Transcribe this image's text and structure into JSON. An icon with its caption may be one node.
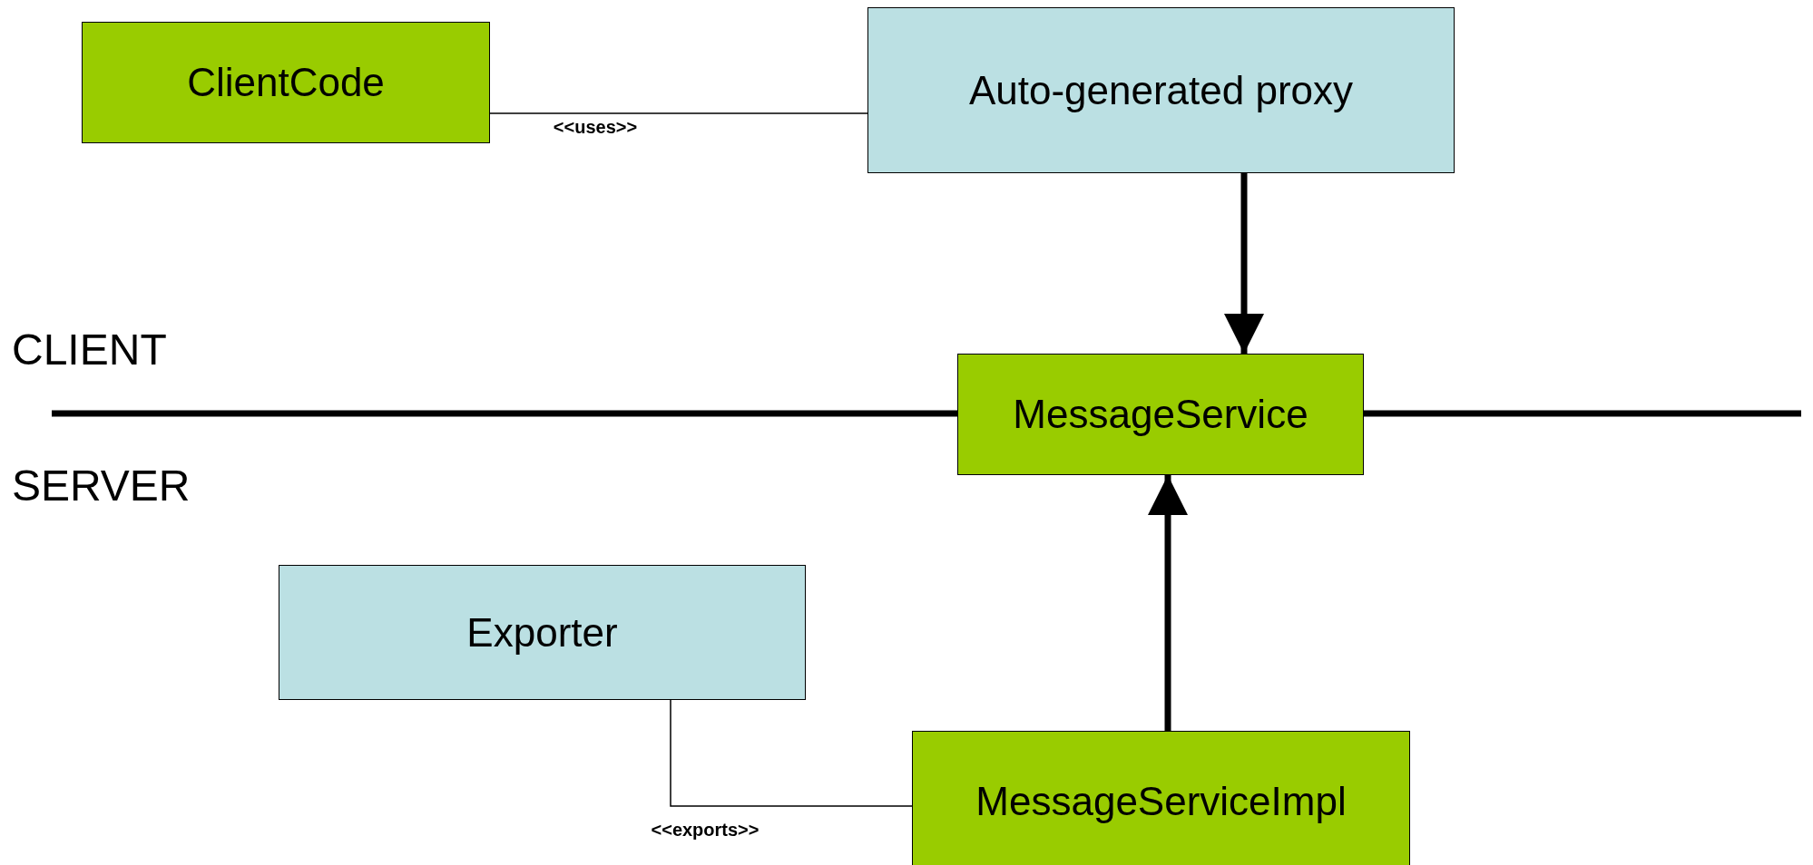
{
  "diagram": {
    "nodes": [
      {
        "text": [
          "ClientCode"
        ]
      },
      {
        "text": [
          "Auto-generated proxy"
        ]
      },
      {
        "text": [
          "MessageService"
        ]
      },
      {
        "text": [
          "Exporter"
        ]
      },
      {
        "text": [
          "MessageServiceImpl"
        ]
      }
    ],
    "edges": [
      {
        "from": 0,
        "to": 1,
        "arrow": "none",
        "label": "<<uses>>"
      },
      {
        "from": 1,
        "to": 2,
        "arrow": "to",
        "style": "thick"
      },
      {
        "from": 4,
        "to": 2,
        "arrow": "to",
        "style": "thick"
      },
      {
        "from": 3,
        "to": 4,
        "arrow": "none",
        "label": "<<exports>>"
      }
    ],
    "labels": [
      "CLIENT",
      "SERVER"
    ]
  }
}
